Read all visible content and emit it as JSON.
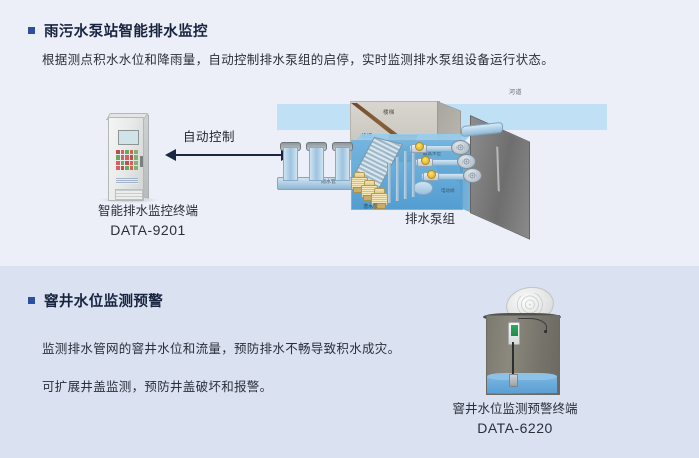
{
  "theme": {
    "section1_bg": "#eceff8",
    "section2_bg": "#dae1f1",
    "bullet_color": "#2e4f9e",
    "heading_color": "#17243f",
    "body_color": "#2a2f3a"
  },
  "section1": {
    "heading": "雨污水泵站智能排水监控",
    "paragraph": "根据测点积水水位和降雨量，自动控制排水泵组的启停，实时监测排水泵组设备运行状态。",
    "terminal_caption": {
      "name": "智能排水监控终端",
      "model": "DATA-9201"
    },
    "pumpset_caption": {
      "name": "排水泵组"
    },
    "arrow_label": "自动控制",
    "diagram_labels": {
      "river": "河道",
      "stairs": "楼梯",
      "grate": "格栅",
      "inlet_pipe": "雨水管",
      "water_level": "最高水位",
      "submersible_pump": "潜水泵",
      "valve": "电动阀"
    }
  },
  "section2": {
    "heading": "窨井水位监测预警",
    "paragraph1": "监测排水管网的窨井水位和流量，预防排水不畅导致积水成灾。",
    "paragraph2": "可扩展井盖监测，预防井盖破坏和报警。",
    "well_caption": {
      "name": "窨井水位监测预警终端",
      "model": "DATA-6220"
    }
  }
}
